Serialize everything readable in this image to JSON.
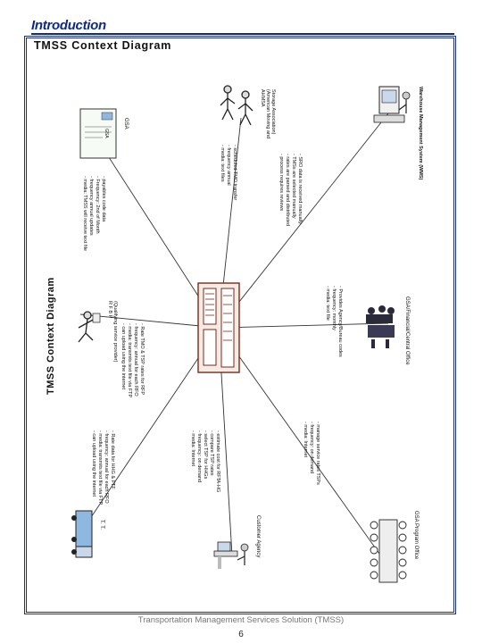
{
  "header": {
    "title": "Introduction"
  },
  "slide": {
    "title": "TMSS Context Diagram"
  },
  "diagram": {
    "rotated_title": "TMSS Context Diagram",
    "entities": {
      "gsa_bank": {
        "label": "GSA",
        "icon": "credit-card-icon",
        "card_text": "GSA"
      },
      "asa": {
        "label": "AHMSA\n(American Moving and\nStorage Association)",
        "icon": "people-icon"
      },
      "wms": {
        "label": "Warehouse Management System (WMS)",
        "icon": "computer-workstation-icon"
      },
      "rfp": {
        "label": "R F B P\n(Qualifying service provider)",
        "icon": "runner-icon"
      },
      "tmss": {
        "label": "",
        "icon": "server-tower-icon"
      },
      "gsa_central": {
        "label": "GSA/Financial/Central Office",
        "icon": "meeting-people-icon"
      },
      "trucks": {
        "label": "T. T.",
        "icon": "truck-icon"
      },
      "customer": {
        "label": "Customer Agency",
        "icon": "desk-person-icon"
      },
      "gsa_program": {
        "label": "GSA Program Office",
        "icon": "meeting-room-icon"
      }
    },
    "flows": {
      "gsa_bank": "- payables code data\n- Frequency: 2nd of Month\n- frequency annual updates\n- media: TMSS will receive text file",
      "asa": "- scheduled TMO transfer\n- frequency annual\n- media: text files",
      "wms": "- SRO data is received manually\n- TMSs are selected manually\n- rates are parsed and distributed\n- process requires reviews",
      "rfp": "- Rate TMO & TSP rates for RFP\n- frequency: annual for each RFO\n- media: transmits text file via FTP\n- can upload using the internet",
      "gsa_central": "- Provides Agency/Bureau codes\n- frequency: monthly\n- media: text file",
      "trucks": "- Rate data for HHG & FTF\n- frequency: annual for each RFO\n- media: transmits text file via FTP\n- can upload using the internet",
      "customer": "- estimate cost for RFTA-HG\n- compare TSP rates\n- select TSP for HHGs\n- frequency: on demand\n- media: Internet",
      "gsa_program": "- manage service rates TSPs\n- frequency: on demand\n- media: Internet"
    }
  },
  "footer": {
    "text": "Transportation Management Services Solution (TMSS)",
    "page": "6"
  }
}
